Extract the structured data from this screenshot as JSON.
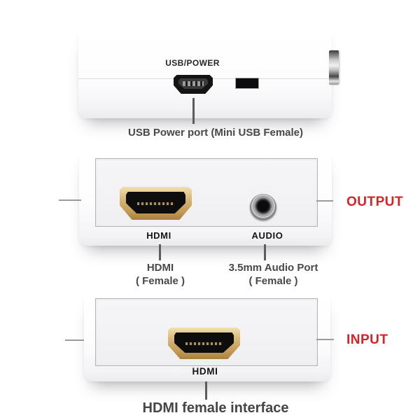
{
  "top_view": {
    "device_label": "USB/POWER",
    "callout_label": "USB Power port (Mini USB Female)"
  },
  "output_view": {
    "hdmi_device_label": "HDMI",
    "audio_device_label": "AUDIO",
    "direction_label": "OUTPUT",
    "hdmi_callout": {
      "line1": "HDMI",
      "line2": "( Female )"
    },
    "audio_callout": {
      "line1": "3.5mm Audio Port",
      "line2": "( Female )"
    }
  },
  "input_view": {
    "hdmi_device_label": "HDMI",
    "direction_label": "INPUT",
    "callout_label": "HDMI female interface"
  },
  "icons": {
    "mini_usb_port": "mini-usb-female-port",
    "vent_slot": "rectangular-black-slot",
    "side_connector": "metal-connector-edge",
    "hdmi_port": "hdmi-female-port-gold",
    "audio_jack": "3.5mm-audio-jack"
  },
  "colors": {
    "direction_red": "#d92128",
    "hdmi_gold": "#c9a55f",
    "device_white": "#ffffff",
    "panel_gray": "#efeff1",
    "callout_gray": "#484848"
  }
}
